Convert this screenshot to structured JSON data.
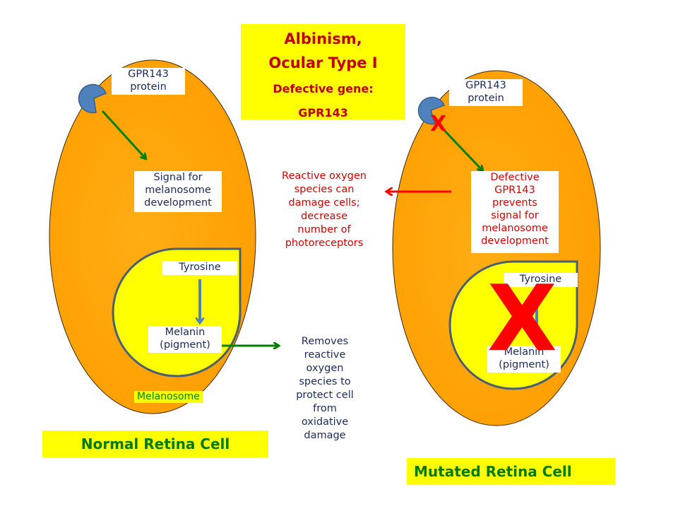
{
  "title": {
    "line1": "Albinism,",
    "line2": "Ocular Type I",
    "subtitle1": "Defective gene:",
    "subtitle2": "GPR143"
  },
  "colors": {
    "cell": "#FFA500",
    "melanosome": "#FFFF00",
    "protein": "#4F81BD",
    "green_arrow": "#008000",
    "red_arrow": "#FF0000",
    "title_text": "#C00000",
    "caption_text": "#007A00"
  },
  "normal_cell": {
    "protein_label": "GPR143\nprotein",
    "signal_label": "Signal for\nmelanosome\ndevelopment",
    "tyrosine_label": "Tyrosine",
    "melanin_label": "Melanin\n(pigment)",
    "melanosome_label": "Melanosome",
    "caption": "Normal Retina Cell",
    "icons": [
      "gpr143-protein-icon",
      "green-arrow-icon",
      "blue-arrow-icon"
    ]
  },
  "mutated_cell": {
    "protein_label": "GPR143\nprotein",
    "defect_label": "Defective\nGPR143\nprevents\nsignal for\nmelanosome\ndevelopment",
    "tyrosine_label": "Tyrosine",
    "melanin_label": "Melanin\n(pigment)",
    "caption": "Mutated Retina Cell",
    "block_mark_small": "X",
    "block_mark_large": "X",
    "icons": [
      "gpr143-protein-icon",
      "green-arrow-icon",
      "red-x-icon",
      "large-red-x-icon"
    ]
  },
  "annotations": {
    "ros_damage": "Reactive oxygen\nspecies can\ndamage cells;\ndecrease\nnumber of\nphotoreceptors",
    "ros_removal": "Removes\nreactive\noxygen\nspecies to\nprotect cell\nfrom\noxidative\ndamage"
  }
}
